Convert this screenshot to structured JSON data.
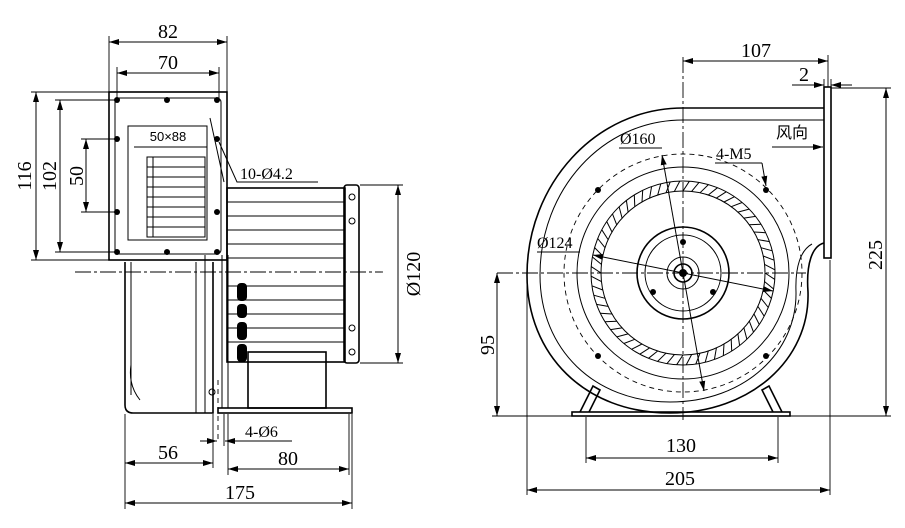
{
  "left_view": {
    "flange_width": "82",
    "flange_hole_span_x": "70",
    "flange_height": "116",
    "flange_hole_span_y": "102",
    "hole_pitch_side": "50",
    "opening_size": "50×88",
    "flange_holes": "10-Ø4.2",
    "motor_diameter": "Ø120",
    "housing_depth": "56",
    "base_length": "80",
    "overall_length": "175",
    "base_holes": "4-Ø6"
  },
  "right_view": {
    "outlet_offset": "107",
    "flange_thickness": "2",
    "air_direction": "风向",
    "bolt_circle": "Ø160",
    "bolt_holes": "4-M5",
    "impeller_diameter": "Ø124",
    "overall_height": "225",
    "center_height": "95",
    "foot_span": "130",
    "overall_width": "205"
  },
  "colors": {
    "line": "#000000",
    "background": "#ffffff"
  }
}
